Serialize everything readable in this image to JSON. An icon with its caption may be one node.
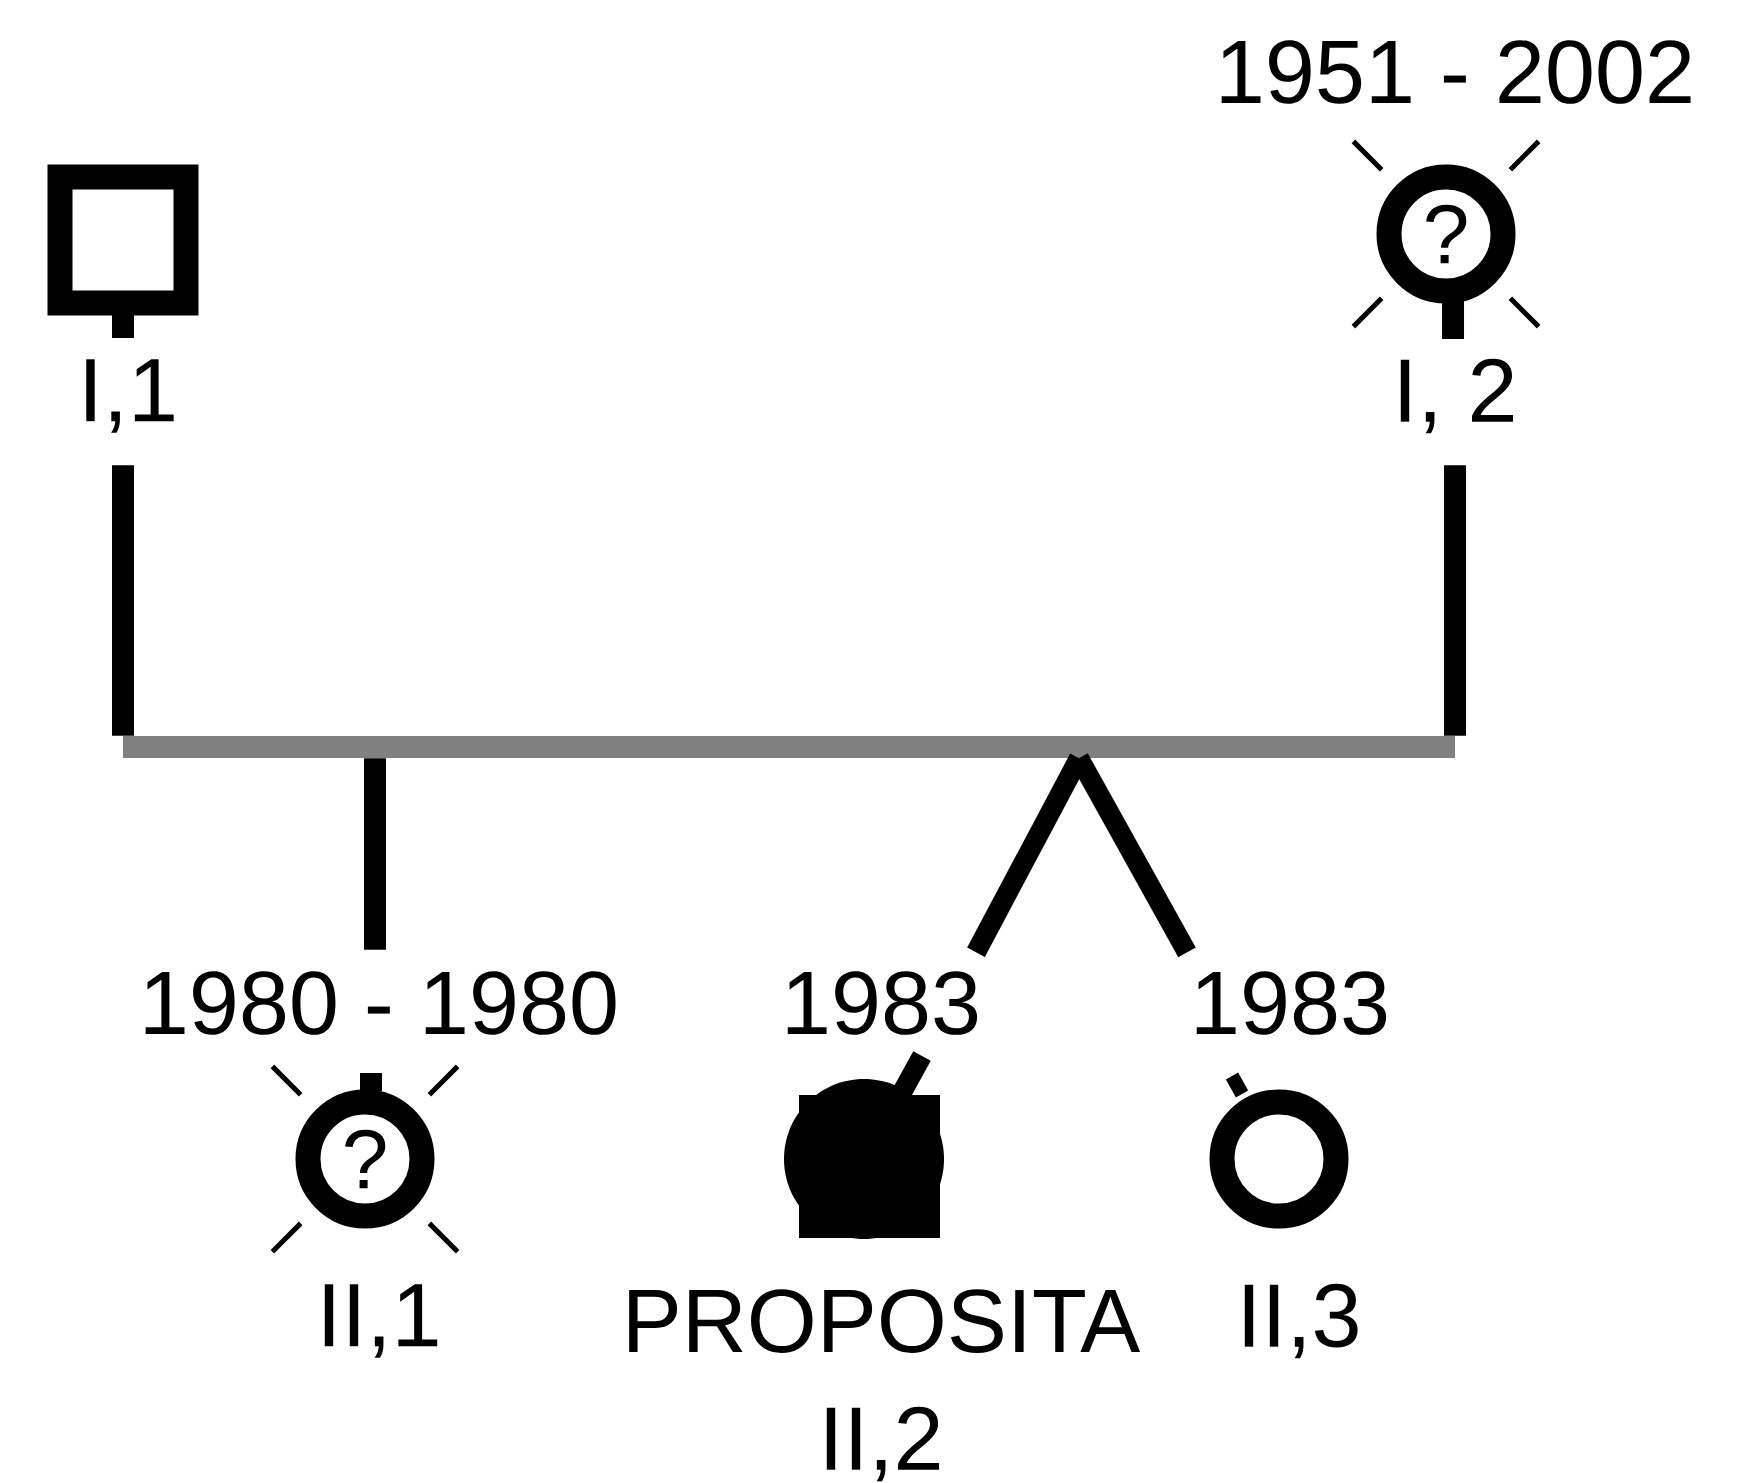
{
  "diagram": {
    "nodes": [
      {
        "text": [
          "I,1"
        ]
      },
      {
        "text": [
          "1951 - 2002",
          "?",
          "I, 2"
        ]
      },
      {
        "text": [],
        "shape": "bar"
      },
      {
        "text": [
          "1980 - 1980",
          "?",
          "II,1"
        ]
      },
      {
        "text": [
          "1983",
          "PROPOSITA",
          "II,2"
        ]
      },
      {
        "text": [
          "1983",
          "II,3"
        ]
      }
    ],
    "edges": [
      {
        "from": 0,
        "to": 2,
        "arrow": "none"
      },
      {
        "from": 1,
        "to": 2,
        "arrow": "none"
      },
      {
        "from": 2,
        "to": 3,
        "arrow": "none"
      },
      {
        "from": 2,
        "to": 4,
        "arrow": "none"
      },
      {
        "from": 2,
        "to": 5,
        "arrow": "none"
      }
    ]
  }
}
